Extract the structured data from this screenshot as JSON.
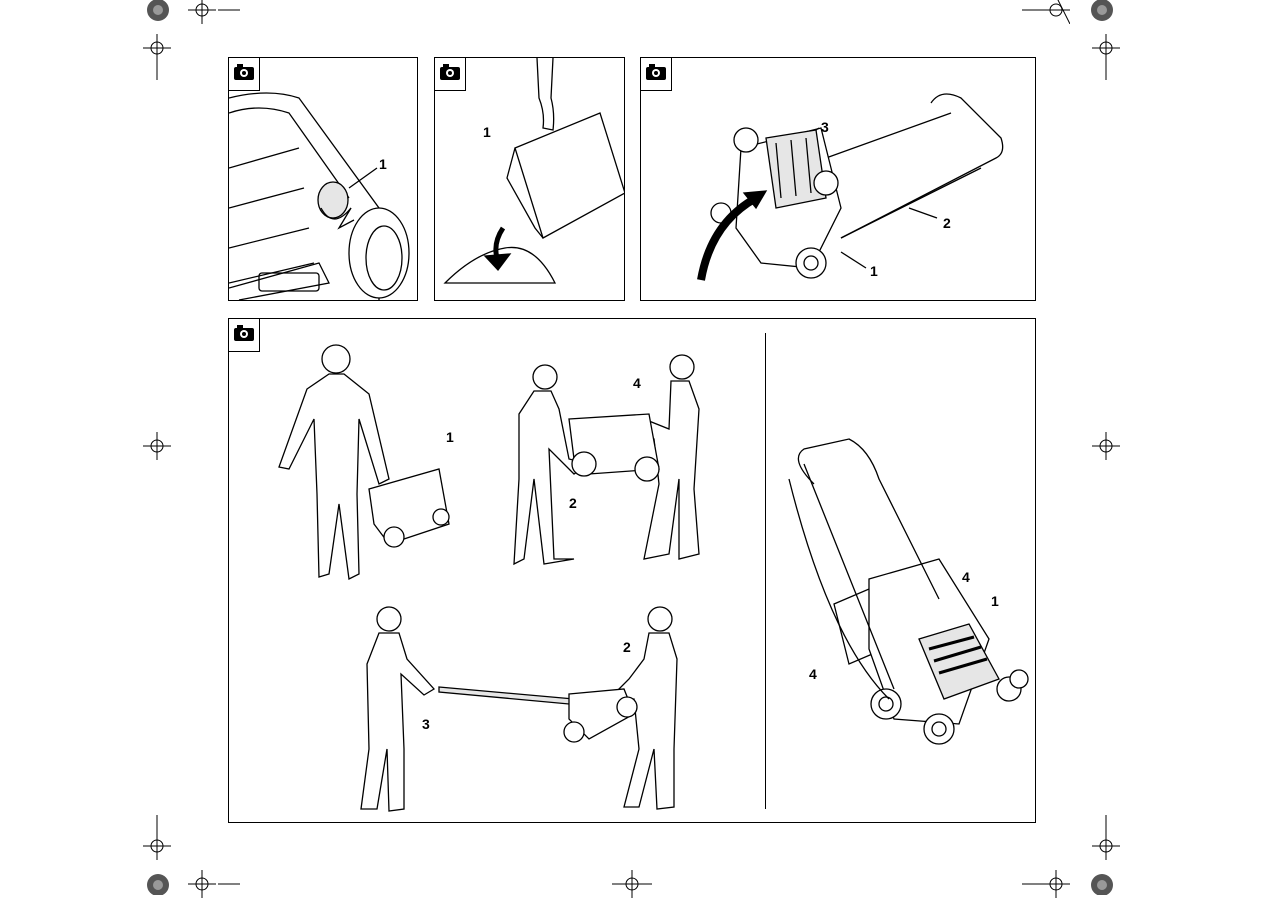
{
  "panels": [
    {
      "id": "fig-a",
      "icon": "camera-icon",
      "callouts": [
        "1"
      ]
    },
    {
      "id": "fig-b",
      "icon": "camera-icon",
      "callouts": [
        "1"
      ]
    },
    {
      "id": "fig-c",
      "icon": "camera-icon",
      "callouts": [
        "3",
        "2",
        "1"
      ]
    },
    {
      "id": "fig-d",
      "icon": "camera-icon",
      "callouts": [
        "1",
        "4",
        "2",
        "2",
        "3",
        "4",
        "1",
        "4"
      ]
    }
  ],
  "colors": {
    "line": "#000000",
    "fill_light": "#e6e6e6",
    "fill_dark": "#3a3a3a"
  },
  "marks": {
    "registration": "crosshair-target-icon",
    "color_wheel": "color-wheel-icon"
  }
}
